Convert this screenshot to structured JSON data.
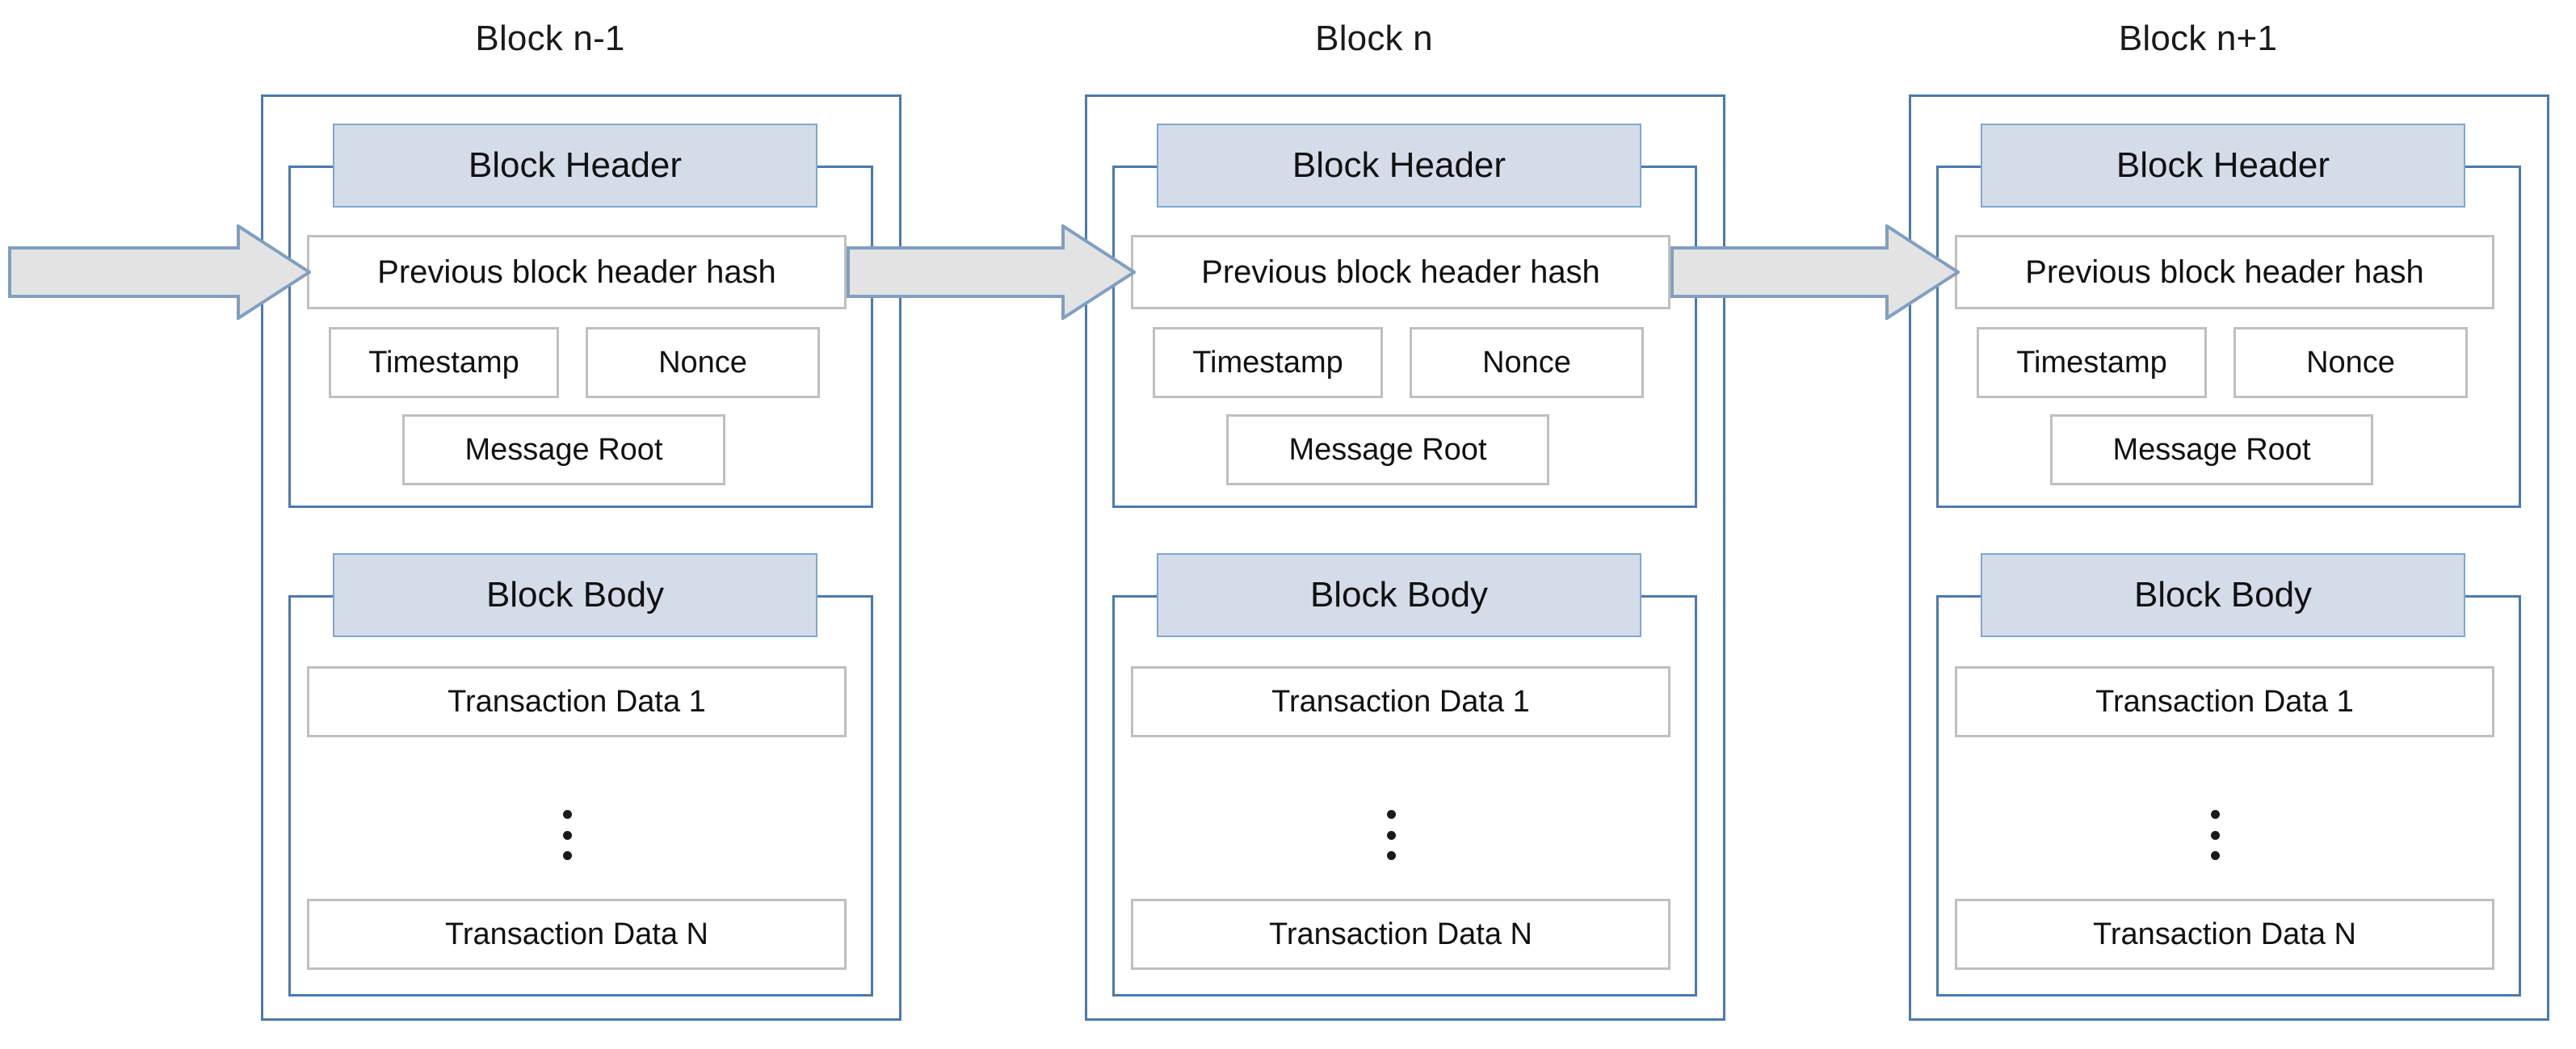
{
  "diagram": {
    "title": "Blockchain block structure chain",
    "colors": {
      "outer_border": "#4a7ab0",
      "section_border": "#4a7ab0",
      "chip_fill": "#d5dce9",
      "chip_border": "#7da7d0",
      "field_border": "#bfbfbf",
      "field_fill": "#ffffff",
      "arrow_fill": "#e3e3e3",
      "arrow_border": "#7f9fc0",
      "text": "#111111",
      "background": "#ffffff"
    },
    "labels": {
      "block_header": "Block Header",
      "block_body": "Block Body",
      "previous_hash": "Previous block header hash",
      "timestamp": "Timestamp",
      "nonce": "Nonce",
      "message_root": "Message Root",
      "transaction_first": "Transaction Data 1",
      "transaction_last": "Transaction Data N",
      "ellipsis": "vertical-ellipsis"
    },
    "blocks": [
      {
        "id": "block-n-minus-1",
        "title": "Block n-1",
        "header": {
          "chip": "Block Header",
          "previous_hash": "Previous block header hash",
          "timestamp": "Timestamp",
          "nonce": "Nonce",
          "message_root": "Message Root"
        },
        "body": {
          "chip": "Block Body",
          "transactions": [
            "Transaction Data 1",
            "Transaction Data N"
          ]
        }
      },
      {
        "id": "block-n",
        "title": "Block n",
        "header": {
          "chip": "Block Header",
          "previous_hash": "Previous block header hash",
          "timestamp": "Timestamp",
          "nonce": "Nonce",
          "message_root": "Message Root"
        },
        "body": {
          "chip": "Block Body",
          "transactions": [
            "Transaction Data 1",
            "Transaction Data N"
          ]
        }
      },
      {
        "id": "block-n-plus-1",
        "title": "Block n+1",
        "header": {
          "chip": "Block Header",
          "previous_hash": "Previous block header hash",
          "timestamp": "Timestamp",
          "nonce": "Nonce",
          "message_root": "Message Root"
        },
        "body": {
          "chip": "Block Body",
          "transactions": [
            "Transaction Data 1",
            "Transaction Data N"
          ]
        }
      }
    ],
    "arrows": [
      {
        "id": "arrow-into-block-n-minus-1",
        "name": "chain-arrow-incoming"
      },
      {
        "id": "arrow-block-n-minus-1-to-n",
        "name": "chain-arrow-link-1"
      },
      {
        "id": "arrow-block-n-to-n-plus-1",
        "name": "chain-arrow-link-2"
      }
    ]
  }
}
